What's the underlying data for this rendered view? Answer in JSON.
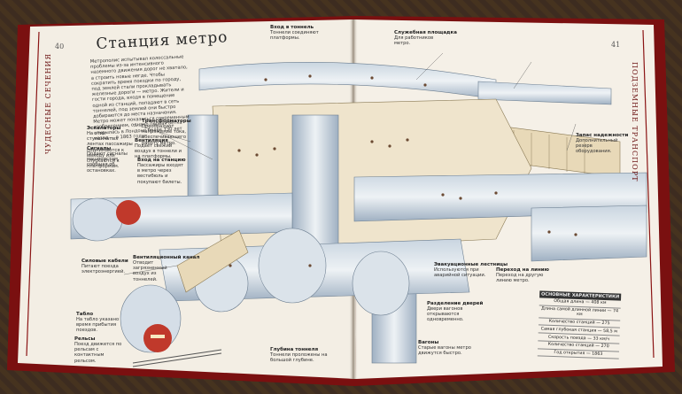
{
  "book": {
    "page_left_number": "40",
    "page_right_number": "41",
    "title": "Станция метро",
    "section_label_left": "ЧУДЕСНЫЕ СЕЧЕНИЯ",
    "section_label_right": "ПОДЗЕМНЫЕ ТРАНСПОРТ",
    "intro_text": "Метрополис испытывал колоссальные проблемы из-за интенсивного наземного движения дорог не хватало, а строить новые негде. Чтобы сократить время поездки по городу, под землей стали прокладывать железные дороги — метро. Жители и гости города, входя в помещение одной из станций, попадают в сеть тоннелей, под землей они быстро добираются до места назначения. Метро может показаться современным изобретением, однако первая ветка открылась в Лондоне более 130 лет назад — в 1863 году.",
    "callouts_left": [
      {
        "title": "Эскалаторы",
        "text": "На этих ступенчатых лентах пассажиры поднимаются к выходу или спускаются к платформам."
      },
      {
        "title": "Трансформаторы",
        "text": "Преобразуют напряжение тока, обеспечивающего работу метро."
      },
      {
        "title": "Сигналы",
        "text": "Подают сигналы машинистам, сообщая об остановках."
      },
      {
        "title": "Вход на станцию",
        "text": "Пассажиры входят в метро через вестибюль и покупают билеты."
      },
      {
        "title": "Вентиляция",
        "text": "Подает свежий воздух в тоннели и на платформы."
      },
      {
        "title": "Силовые кабели",
        "text": "Питают поезда электроэнергией."
      },
      {
        "title": "Вентиляционный канал",
        "text": "Отводит загрязненный воздух из тоннелей."
      },
      {
        "title": "Табло",
        "text": "На табло указано время прибытия поездов."
      },
      {
        "title": "Рельсы",
        "text": "Поезд движется по рельсам с контактным рельсом."
      }
    ],
    "callouts_right": [
      {
        "title": "Вход в тоннель",
        "text": "Тоннели соединяют платформы."
      },
      {
        "title": "Служебная площадка",
        "text": "Для работников метро."
      },
      {
        "title": "Эвакуационные лестницы",
        "text": "Используются при аварийной ситуации."
      },
      {
        "title": "Разделение дверей",
        "text": "Двери вагонов открываются одновременно."
      },
      {
        "title": "Вагоны",
        "text": "Старые вагоны метро движутся быстро."
      },
      {
        "title": "Глубина тоннеля",
        "text": "Тоннели проложены на большой глубине."
      },
      {
        "title": "Переход на линию",
        "text": "Переход на другую линию метро."
      },
      {
        "title": "Запас надежности",
        "text": "Дополнительный резерв оборудования."
      }
    ],
    "info_box": {
      "header": "ОСНОВНЫЕ ХАРАКТЕРИСТИКИ",
      "rows": [
        "Общая длина — 408 км",
        "Длина самой длинной линии — 74 км",
        "Количество станций — 275",
        "Самая глубокая станция — 58,5 м",
        "Скорость поезда — 33 км/ч",
        "Количество станций — 270",
        "Год открытия — 1863"
      ]
    }
  },
  "colors": {
    "page": "#f4efe6",
    "accent_red": "#8b1414",
    "tunnel_blue": "#9fb3c8",
    "train_red": "#c0392b"
  }
}
